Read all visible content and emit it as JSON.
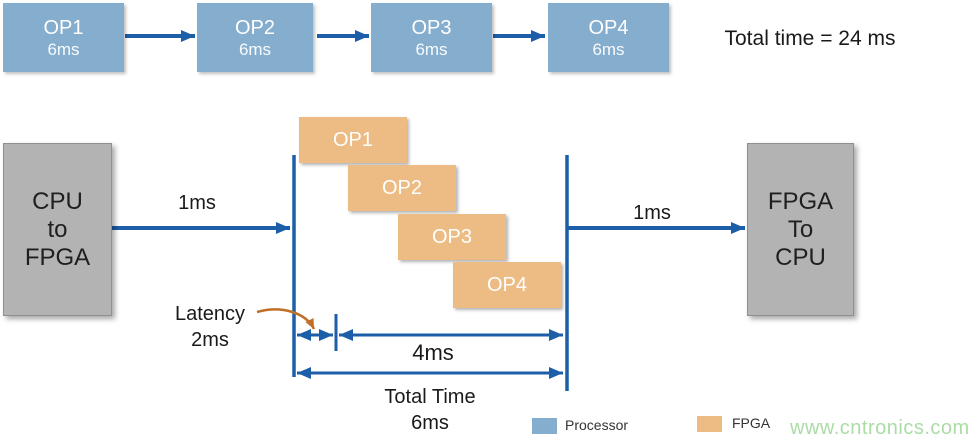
{
  "colors": {
    "processor_blue": "#85adce",
    "fpga_orange": "#ecbc84",
    "arrow_blue": "#1c5fa8",
    "endpoint_gray": "#b3b3b3",
    "latency_pointer_brown": "#bf7026",
    "watermark_green": "#abdca6"
  },
  "sequential": {
    "ops": [
      {
        "label": "OP1",
        "time": "6ms"
      },
      {
        "label": "OP2",
        "time": "6ms"
      },
      {
        "label": "OP3",
        "time": "6ms"
      },
      {
        "label": "OP4",
        "time": "6ms"
      }
    ],
    "total_label": "Total time = 24 ms"
  },
  "pipeline": {
    "cpu_to_fpga": {
      "line1": "CPU",
      "line2": "to",
      "line3": "FPGA"
    },
    "fpga_to_cpu": {
      "line1": "FPGA",
      "line2": "To",
      "line3": "CPU"
    },
    "transfer_in_label": "1ms",
    "transfer_out_label": "1ms",
    "ops": [
      "OP1",
      "OP2",
      "OP3",
      "OP4"
    ],
    "latency_label": "Latency",
    "latency_value": "2ms",
    "compute_label": "4ms",
    "total_label": "Total Time",
    "total_value": "6ms"
  },
  "legend": {
    "processor": "Processor",
    "fpga": "FPGA"
  },
  "watermark": "www.cntronics.com"
}
